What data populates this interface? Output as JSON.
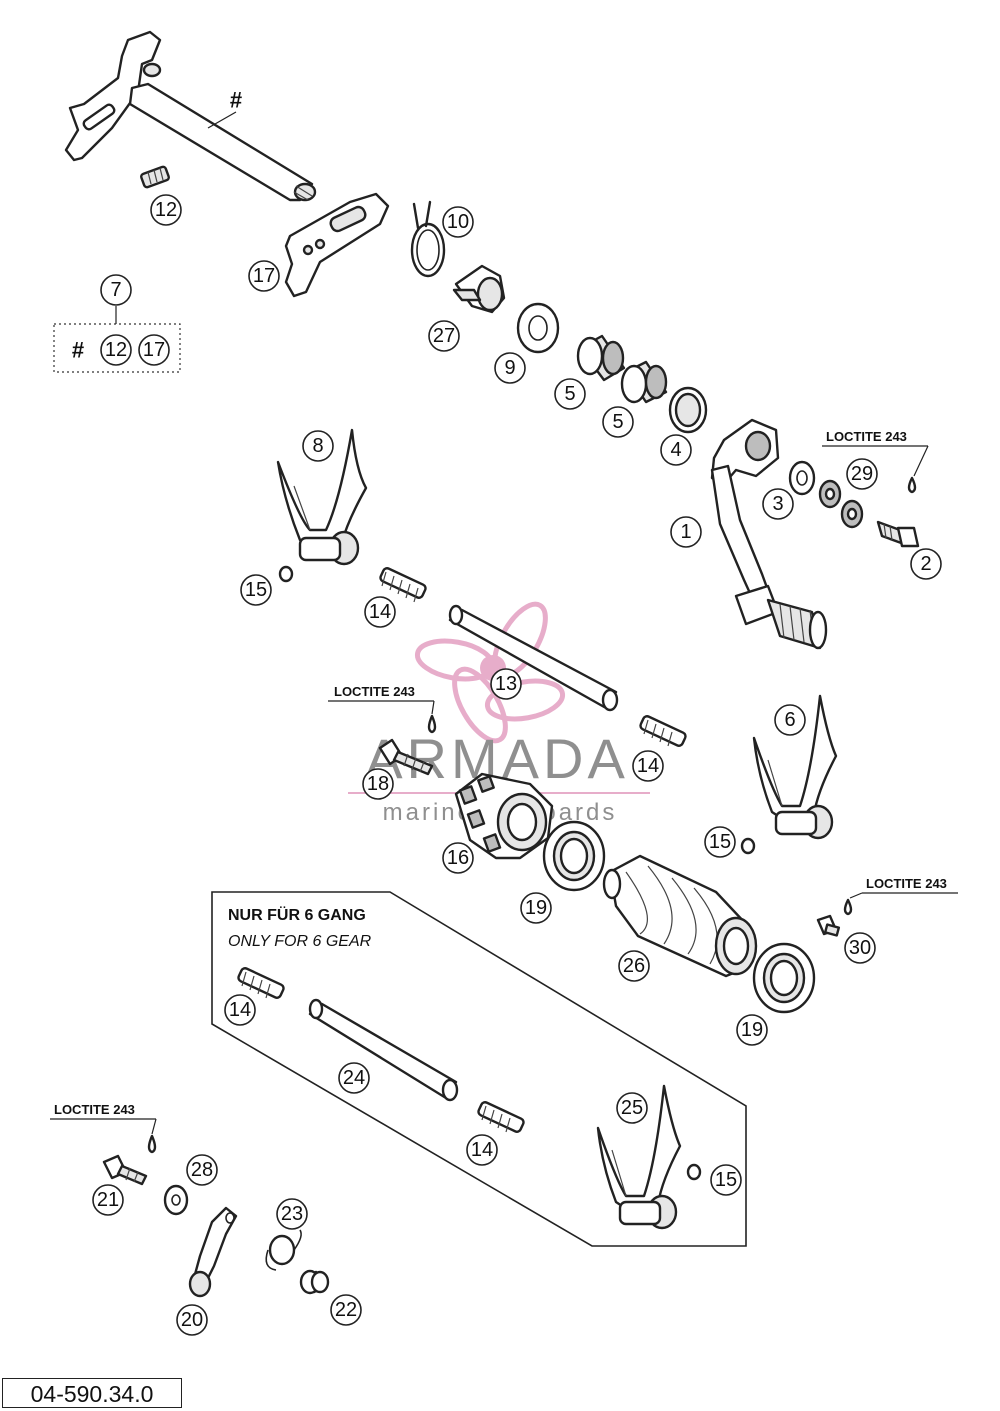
{
  "diagram": {
    "drawing_number": "04-590.34.0",
    "hash_symbol": "#",
    "loctite_label": "LOCTITE 243",
    "kit_box": {
      "title_number": "7",
      "contents": [
        "#",
        "12",
        "17"
      ]
    },
    "six_gear_box": {
      "title": "NUR FÜR 6 GANG",
      "subtitle": "ONLY FOR 6 GEAR"
    },
    "watermark": {
      "name": "ARMADA",
      "tagline": "marine outboards",
      "accent_color": "#e6a9c8"
    },
    "callouts": [
      {
        "label": "12"
      },
      {
        "label": "17"
      },
      {
        "label": "10"
      },
      {
        "label": "27"
      },
      {
        "label": "9"
      },
      {
        "label": "5"
      },
      {
        "label": "5"
      },
      {
        "label": "4"
      },
      {
        "label": "8"
      },
      {
        "label": "1"
      },
      {
        "label": "3"
      },
      {
        "label": "29"
      },
      {
        "label": "2"
      },
      {
        "label": "15"
      },
      {
        "label": "14"
      },
      {
        "label": "13"
      },
      {
        "label": "18"
      },
      {
        "label": "14"
      },
      {
        "label": "6"
      },
      {
        "label": "16"
      },
      {
        "label": "15"
      },
      {
        "label": "19"
      },
      {
        "label": "26"
      },
      {
        "label": "30"
      },
      {
        "label": "19"
      },
      {
        "label": "14"
      },
      {
        "label": "24"
      },
      {
        "label": "14"
      },
      {
        "label": "25"
      },
      {
        "label": "15"
      },
      {
        "label": "21"
      },
      {
        "label": "28"
      },
      {
        "label": "23"
      },
      {
        "label": "20"
      },
      {
        "label": "22"
      }
    ]
  }
}
